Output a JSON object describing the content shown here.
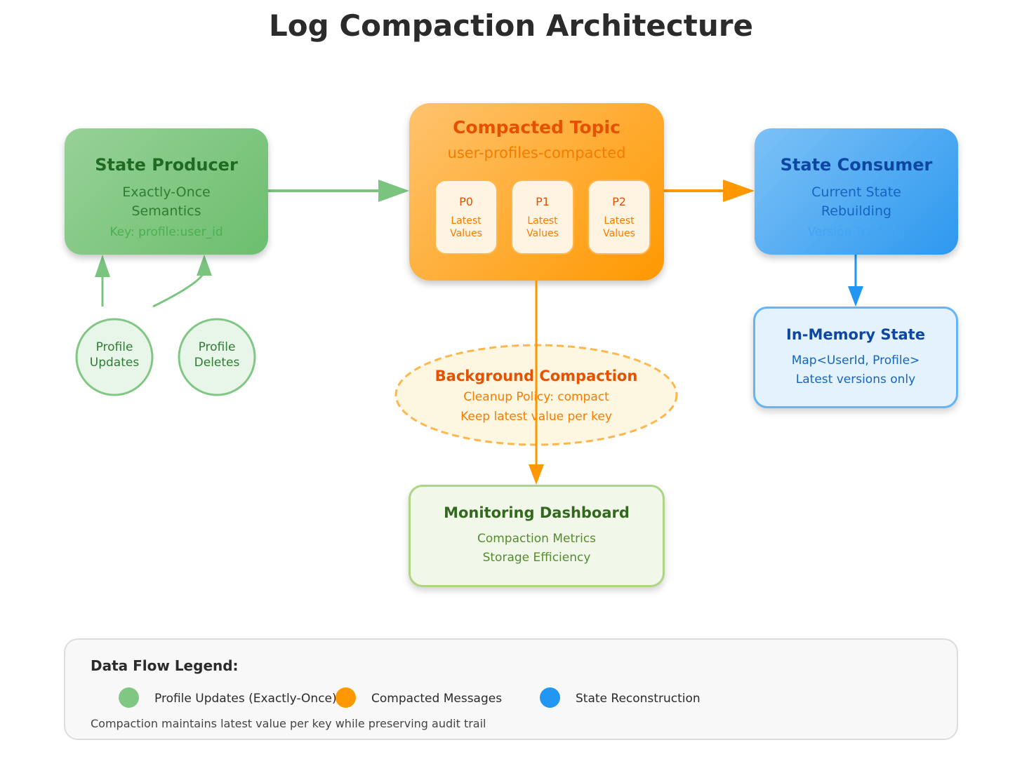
{
  "title": "Log Compaction Architecture",
  "nodes": {
    "producer": {
      "title": "State Producer",
      "line1": "Exactly-Once",
      "line2": "Semantics",
      "key": "Key: profile:user_id"
    },
    "topic": {
      "title": "Compacted Topic",
      "subtitle": "user-profiles-compacted",
      "partitions": [
        {
          "name": "P0",
          "line1": "Latest",
          "line2": "Values"
        },
        {
          "name": "P1",
          "line1": "Latest",
          "line2": "Values"
        },
        {
          "name": "P2",
          "line1": "Latest",
          "line2": "Values"
        }
      ]
    },
    "consumer": {
      "title": "State Consumer",
      "line1": "Current State",
      "line2": "Rebuilding",
      "line3": "Version Tracking"
    },
    "memory": {
      "title": "In-Memory State",
      "line1": "Map<UserId, Profile>",
      "line2": "Latest versions only"
    },
    "compaction": {
      "title": "Background Compaction",
      "line1": "Cleanup Policy: compact",
      "line2": "Keep latest value per key"
    },
    "dashboard": {
      "title": "Monitoring Dashboard",
      "line1": "Compaction Metrics",
      "line2": "Storage Efficiency"
    },
    "updates": {
      "line1": "Profile",
      "line2": "Updates"
    },
    "deletes": {
      "line1": "Profile",
      "line2": "Deletes"
    }
  },
  "legend": {
    "title": "Data Flow Legend:",
    "items": [
      {
        "label": "Profile Updates (Exactly-Once)",
        "color": "#81c784"
      },
      {
        "label": "Compacted Messages",
        "color": "#ff9800"
      },
      {
        "label": "State Reconstruction",
        "color": "#2196f3"
      }
    ],
    "note": "Compaction maintains latest value per key while preserving audit trail"
  },
  "colors": {
    "green_arrow": "#7bc47f",
    "orange_arrow": "#ff9800",
    "blue_arrow": "#2196f3"
  }
}
